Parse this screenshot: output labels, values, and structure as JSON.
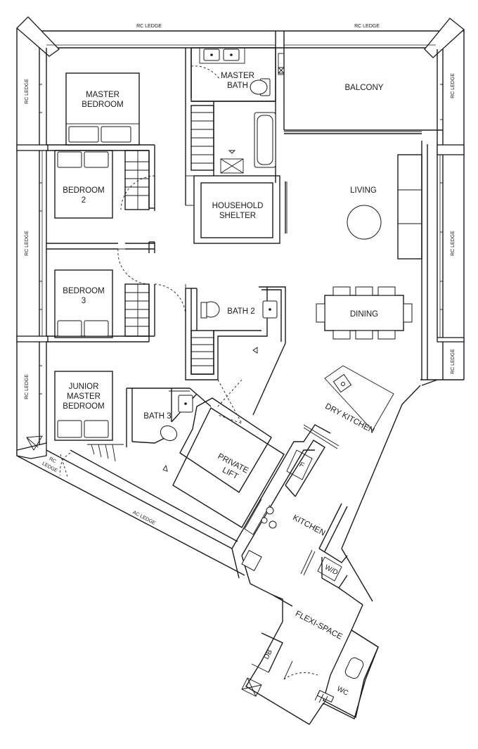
{
  "labels": {
    "rc_ledge_top_left": "RC LEDGE",
    "rc_ledge_top_right": "RC LEDGE",
    "rc_ledge_left_1": "RC LEDGE",
    "rc_ledge_left_2": "RC LEDGE",
    "rc_ledge_left_3": "RC LEDGE",
    "rc_ledge_right_1": "RC LEDGE",
    "rc_ledge_right_2": "RC LEDGE",
    "rc_ledge_right_3": "RC LEDGE",
    "rc_ledge_bottom": "RC",
    "rc_ledge_bottom_2": "LEDGE",
    "ac_ledge": "AC LEDGE",
    "master_bedroom_1": "MASTER",
    "master_bedroom_2": "BEDROOM",
    "master_bath_1": "MASTER",
    "master_bath_2": "BATH",
    "balcony": "BALCONY",
    "bedroom2_1": "BEDROOM",
    "bedroom2_2": "2",
    "household_shelter_1": "HOUSEHOLD",
    "household_shelter_2": "SHELTER",
    "living": "LIVING",
    "bedroom3_1": "BEDROOM",
    "bedroom3_2": "3",
    "bath2": "BATH 2",
    "dining": "DINING",
    "junior_master_1": "JUNIOR",
    "junior_master_2": "MASTER",
    "junior_master_3": "BEDROOM",
    "bath3": "BATH 3",
    "dry_kitchen": "DRY KITCHEN",
    "private_lift_1": "PRIVATE",
    "private_lift_2": "LIFT",
    "fridge": "F",
    "kitchen": "KITCHEN",
    "wd": "W/D",
    "flexi_space": "FLEXI-SPACE",
    "db": "DB",
    "wc": "WC"
  }
}
